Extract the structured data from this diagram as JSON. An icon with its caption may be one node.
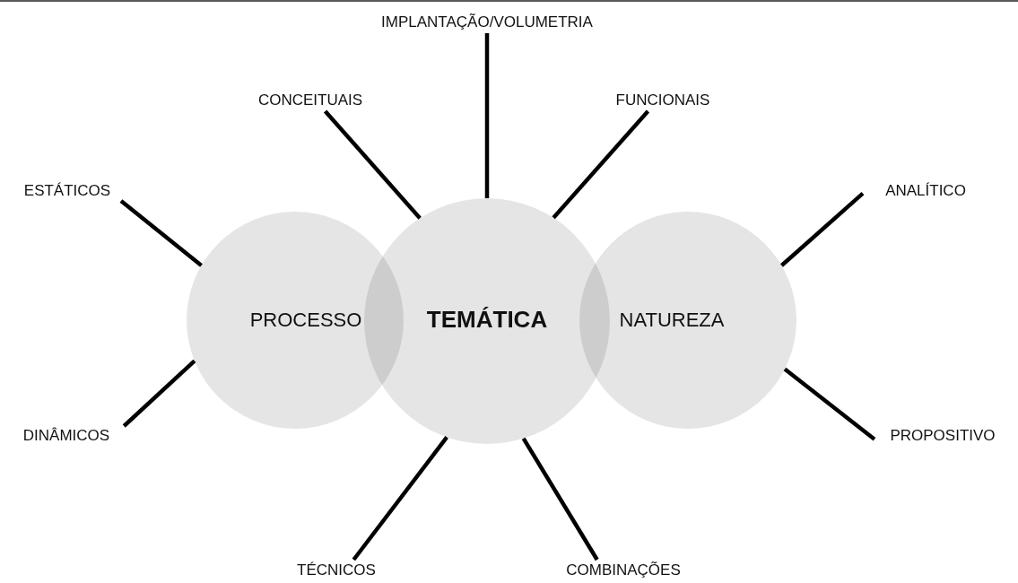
{
  "diagram": {
    "nodes": [
      {
        "text": [
          "PROCESSO"
        ]
      },
      {
        "text": [
          "TEMÁTICA"
        ]
      },
      {
        "text": [
          "NATUREZA"
        ]
      },
      {
        "text": [
          "ESTÁTICOS"
        ]
      },
      {
        "text": [
          "DINÂMICOS"
        ]
      },
      {
        "text": [
          "CONCEITUAIS"
        ]
      },
      {
        "text": [
          "IMPLANTAÇÃO/VOLUMETRIA"
        ]
      },
      {
        "text": [
          "FUNCIONAIS"
        ]
      },
      {
        "text": [
          "ANALÍTICO"
        ]
      },
      {
        "text": [
          "PROPOSITIVO"
        ]
      },
      {
        "text": [
          "TÉCNICOS"
        ]
      },
      {
        "text": [
          "COMBINAÇÕES"
        ]
      }
    ],
    "edges": [
      {
        "from": 0,
        "to": 3,
        "arrow": "none"
      },
      {
        "from": 0,
        "to": 4,
        "arrow": "none"
      },
      {
        "from": 1,
        "to": 5,
        "arrow": "none"
      },
      {
        "from": 1,
        "to": 6,
        "arrow": "none"
      },
      {
        "from": 1,
        "to": 7,
        "arrow": "none"
      },
      {
        "from": 2,
        "to": 8,
        "arrow": "none"
      },
      {
        "from": 2,
        "to": 9,
        "arrow": "none"
      },
      {
        "from": 1,
        "to": 10,
        "arrow": "none"
      },
      {
        "from": 1,
        "to": 11,
        "arrow": "none"
      }
    ]
  }
}
